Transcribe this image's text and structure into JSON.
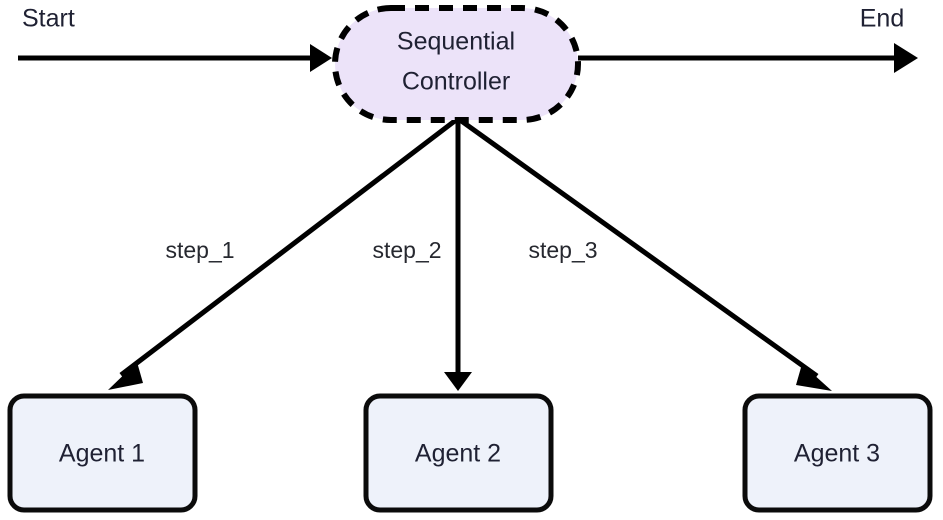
{
  "diagram": {
    "type": "flowchart",
    "orientation": "top-down-fanout",
    "background_color": "#ffffff",
    "title_visible": false
  },
  "terminals": {
    "start_label": "Start",
    "end_label": "End"
  },
  "controller": {
    "label_line1": "Sequential",
    "label_line2": "Controller",
    "shape": "stadium",
    "border_style": "dashed",
    "fill_color": "#ece3f9",
    "border_color": "#000000",
    "text_color": "#1f2133"
  },
  "edges": [
    {
      "label": "step_1",
      "from": "controller",
      "to": "agent-1"
    },
    {
      "label": "step_2",
      "from": "controller",
      "to": "agent-2"
    },
    {
      "label": "step_3",
      "from": "controller",
      "to": "agent-3"
    }
  ],
  "agents": [
    {
      "label": "Agent 1",
      "shape": "rounded-rect",
      "fill_color": "#eef2fa",
      "border_color": "#0b0b0b"
    },
    {
      "label": "Agent 2",
      "shape": "rounded-rect",
      "fill_color": "#eef2fa",
      "border_color": "#0b0b0b"
    },
    {
      "label": "Agent 3",
      "shape": "rounded-rect",
      "fill_color": "#eef2fa",
      "border_color": "#0b0b0b"
    }
  ],
  "colors": {
    "edge_stroke": "#000000",
    "text": "#1f2133",
    "canvas": "#ffffff"
  }
}
